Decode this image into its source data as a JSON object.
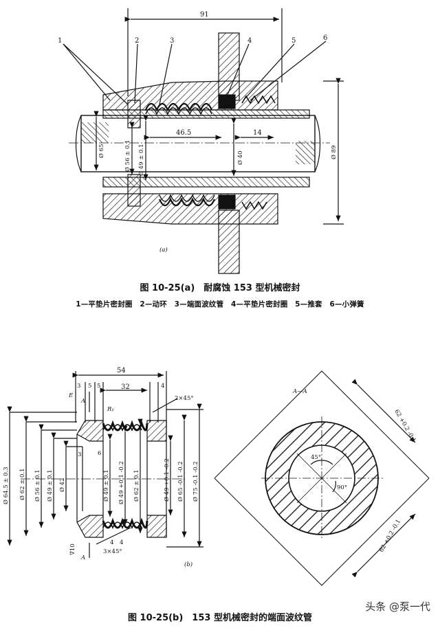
{
  "figure_a": {
    "caption": "图 10-25(a)　耐腐蚀 153 型机械密封",
    "legend": "1—平垫片密封圈　2—动环　3—端面波纹管　4—平垫片密封圈　5—推套　6—小弹簧",
    "sub_label": "(a)",
    "part_numbers": [
      "1",
      "2",
      "3",
      "4",
      "5",
      "6"
    ],
    "dimensions": {
      "overall": "91",
      "length_a": "46.5",
      "length_b": "14",
      "dia_shaft": "Ø 65",
      "dia_ring": "Ø 56 ± 0.1",
      "dia_inner": "Ø 49 ± 0.1",
      "dia_40": "Ø 40",
      "dia_89": "Ø 89"
    }
  },
  "figure_b": {
    "caption": "图 10-25(b)　153 型机械密封的端面波纹管",
    "sub_label": "(b)",
    "section_label": "A—A",
    "labels": {
      "E": "E",
      "R1": "R₁",
      "A_top": "A",
      "A_bottom": "A",
      "nums": [
        "3",
        "5",
        "5",
        "4",
        "3",
        "6"
      ]
    },
    "dimensions": {
      "overall": "54",
      "middle": "32",
      "chamfer_top": "2×45°",
      "chamfer_bottom": "3×45°",
      "bottom_4a": "4",
      "bottom_4b": "4",
      "roughness": "∇10",
      "left": [
        "Ø 64.5 ± 0.3",
        "Ø 62 ± 0.1",
        "Ø 56 ± 0.1",
        "Ø 49 ± 0.1",
        "Ø 42"
      ],
      "center": [
        "Ø 49 ± 0.1",
        "Ø 49 +0.1 -0.2",
        "Ø 62 ± 0.1"
      ],
      "right": [
        "Ø 49 +0.1 -0.2",
        "Ø 65 -0.1 -0.2",
        "Ø 75 -0.1 -0.2"
      ],
      "section_angle_a": "45°",
      "section_angle_b": "90°",
      "section_top": "62 +0.2 -0.1",
      "section_bottom": "62 +0.2 -0.1"
    }
  },
  "watermark": "头条 @泵一代"
}
